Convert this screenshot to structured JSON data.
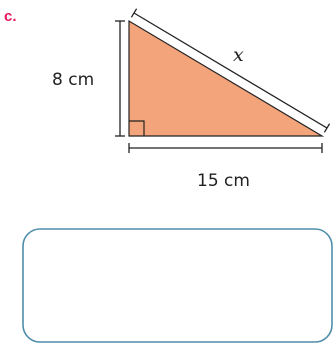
{
  "question": {
    "part_label": "c.",
    "part_label_color": "#e8175d"
  },
  "triangle": {
    "fill_color": "#f4a47a",
    "stroke_color": "#222222",
    "right_angle": "bottom-left",
    "vertical_side_label": "8 cm",
    "horizontal_side_label": "15 cm",
    "hypotenuse_label": "x",
    "vertical_side_value": 8,
    "horizontal_side_value": 15,
    "unit": "cm"
  },
  "answer_box": {
    "border_color": "#4f8eaa",
    "value": ""
  }
}
